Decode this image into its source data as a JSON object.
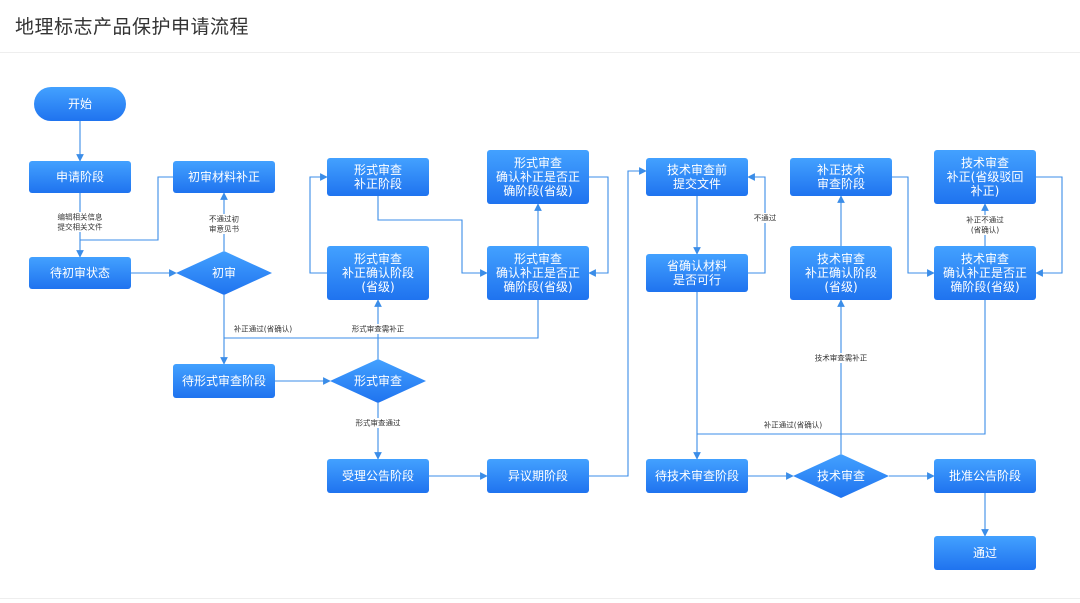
{
  "page": {
    "title": "地理标志产品保护申请流程"
  },
  "colors": {
    "node_top": "#43a1ff",
    "node_bottom": "#1f73ef",
    "edge": "#3b8de8"
  },
  "nodes": {
    "start": "开始",
    "apply": "申请阶段",
    "wait_initial": "待初审状态",
    "initial_supplement": "初审材料补正",
    "initial_review": "初审",
    "wait_formal": "待形式审查阶段",
    "formal_review": "形式审查",
    "formal_supp": [
      "形式审查",
      "补正阶段"
    ],
    "formal_confirm": [
      "形式审查",
      "补正确认阶段",
      "(省级)"
    ],
    "formal_verify_top": [
      "形式审查",
      "确认补正是否正",
      "确阶段(省级)"
    ],
    "formal_verify": [
      "形式审查",
      "确认补正是否正",
      "确阶段(省级)"
    ],
    "accept_announce": "受理公告阶段",
    "objection": "异议期阶段",
    "tech_pre": [
      "技术审查前",
      "提交文件"
    ],
    "province_confirm": [
      "省确认材料",
      "是否可行"
    ],
    "wait_tech": "待技术审查阶段",
    "tech_review": "技术审查",
    "tech_supp": [
      "补正技术",
      "审查阶段"
    ],
    "tech_confirm": [
      "技术审查",
      "补正确认阶段",
      "(省级)"
    ],
    "tech_reject": [
      "技术审查",
      "补正(省级驳回",
      "补正)"
    ],
    "tech_verify": [
      "技术审查",
      "确认补正是否正",
      "确阶段(省级)"
    ],
    "approve_announce": "批准公告阶段",
    "passed": "通过"
  },
  "edge_labels": {
    "edit_info": [
      "编辑相关信息",
      "提交相关文件"
    ],
    "initial_fail": [
      "不通过初",
      "审意见书"
    ],
    "supp_pass_province": "补正通过(省确认)",
    "formal_need_supp": "形式审查需补正",
    "formal_pass": "形式审查通过",
    "not_pass": "不通过",
    "tech_need_supp": "技术审查需补正",
    "tech_supp_pass": "补正通过(省确认)",
    "supp_not_pass": [
      "补正不通过",
      "(省确认)"
    ]
  }
}
